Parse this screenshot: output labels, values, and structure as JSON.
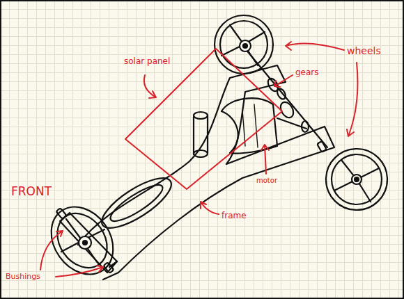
{
  "diagram": {
    "labels": [
      "solar panel",
      "gears",
      "wheels",
      "motor",
      "frame",
      "FRONT",
      "Bushings"
    ]
  }
}
